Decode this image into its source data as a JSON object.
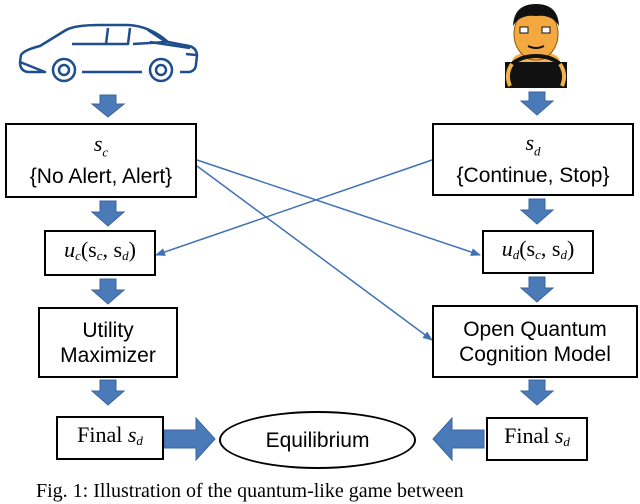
{
  "agents": {
    "car": {
      "icon": "car-icon"
    },
    "driver": {
      "icon": "driver-icon"
    }
  },
  "left": {
    "state_symbol": "s",
    "state_sub": "c",
    "state_values": "{No Alert, Alert}",
    "utility_fn": "u",
    "utility_sub": "c",
    "utility_args_open": "(s",
    "utility_args_sub1": "c",
    "utility_args_mid": ", s",
    "utility_args_sub2": "d",
    "utility_args_close": ")",
    "model_line1": "Utility",
    "model_line2": "Maximizer",
    "final_prefix": "Final ",
    "final_symbol": "s",
    "final_sub": "d"
  },
  "right": {
    "state_symbol": "s",
    "state_sub": "d",
    "state_values": "{Continue, Stop}",
    "utility_fn": "u",
    "utility_sub": "d",
    "utility_args_open": "(s",
    "utility_args_sub1": "c",
    "utility_args_mid": ", s",
    "utility_args_sub2": "d",
    "utility_args_close": ")",
    "model_line1": "Open Quantum",
    "model_line2": "Cognition Model",
    "final_prefix": "Final ",
    "final_symbol": "s",
    "final_sub": "d"
  },
  "center": {
    "equilibrium_label": "Equilibrium"
  },
  "caption": "Fig. 1: Illustration of the quantum-like game between",
  "colors": {
    "arrow_fill": "#4a7ab8",
    "arrow_stroke": "#3a64a0",
    "line": "#3f72b5",
    "car_outline": "#1f4e8c"
  }
}
